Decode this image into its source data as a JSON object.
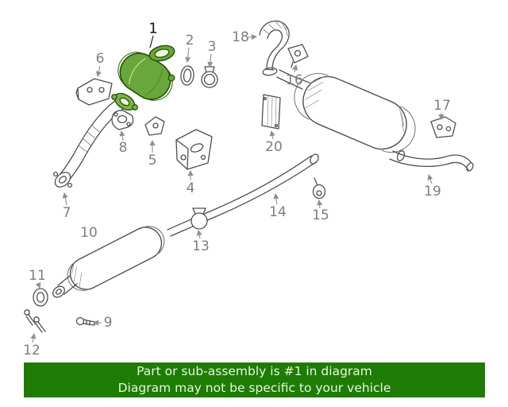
{
  "diagram": {
    "highlighted_part": "1",
    "labels": [
      {
        "num": "1"
      },
      {
        "num": "2"
      },
      {
        "num": "3"
      },
      {
        "num": "4"
      },
      {
        "num": "5"
      },
      {
        "num": "6"
      },
      {
        "num": "7"
      },
      {
        "num": "8"
      },
      {
        "num": "9"
      },
      {
        "num": "10"
      },
      {
        "num": "11"
      },
      {
        "num": "12"
      },
      {
        "num": "13"
      },
      {
        "num": "14"
      },
      {
        "num": "15"
      },
      {
        "num": "16"
      },
      {
        "num": "17"
      },
      {
        "num": "18"
      },
      {
        "num": "19"
      },
      {
        "num": "20"
      }
    ]
  },
  "banner": {
    "line1": "Part or sub-assembly is #1 in diagram",
    "line2": "Diagram may not be specific to your vehicle"
  },
  "colors": {
    "highlight-green": "#69a63b",
    "banner-green": "#1e7c04",
    "banner-text": "#e7f6df",
    "label-gray": "#7d7d7d",
    "line-gray": "#4f4f4f"
  }
}
